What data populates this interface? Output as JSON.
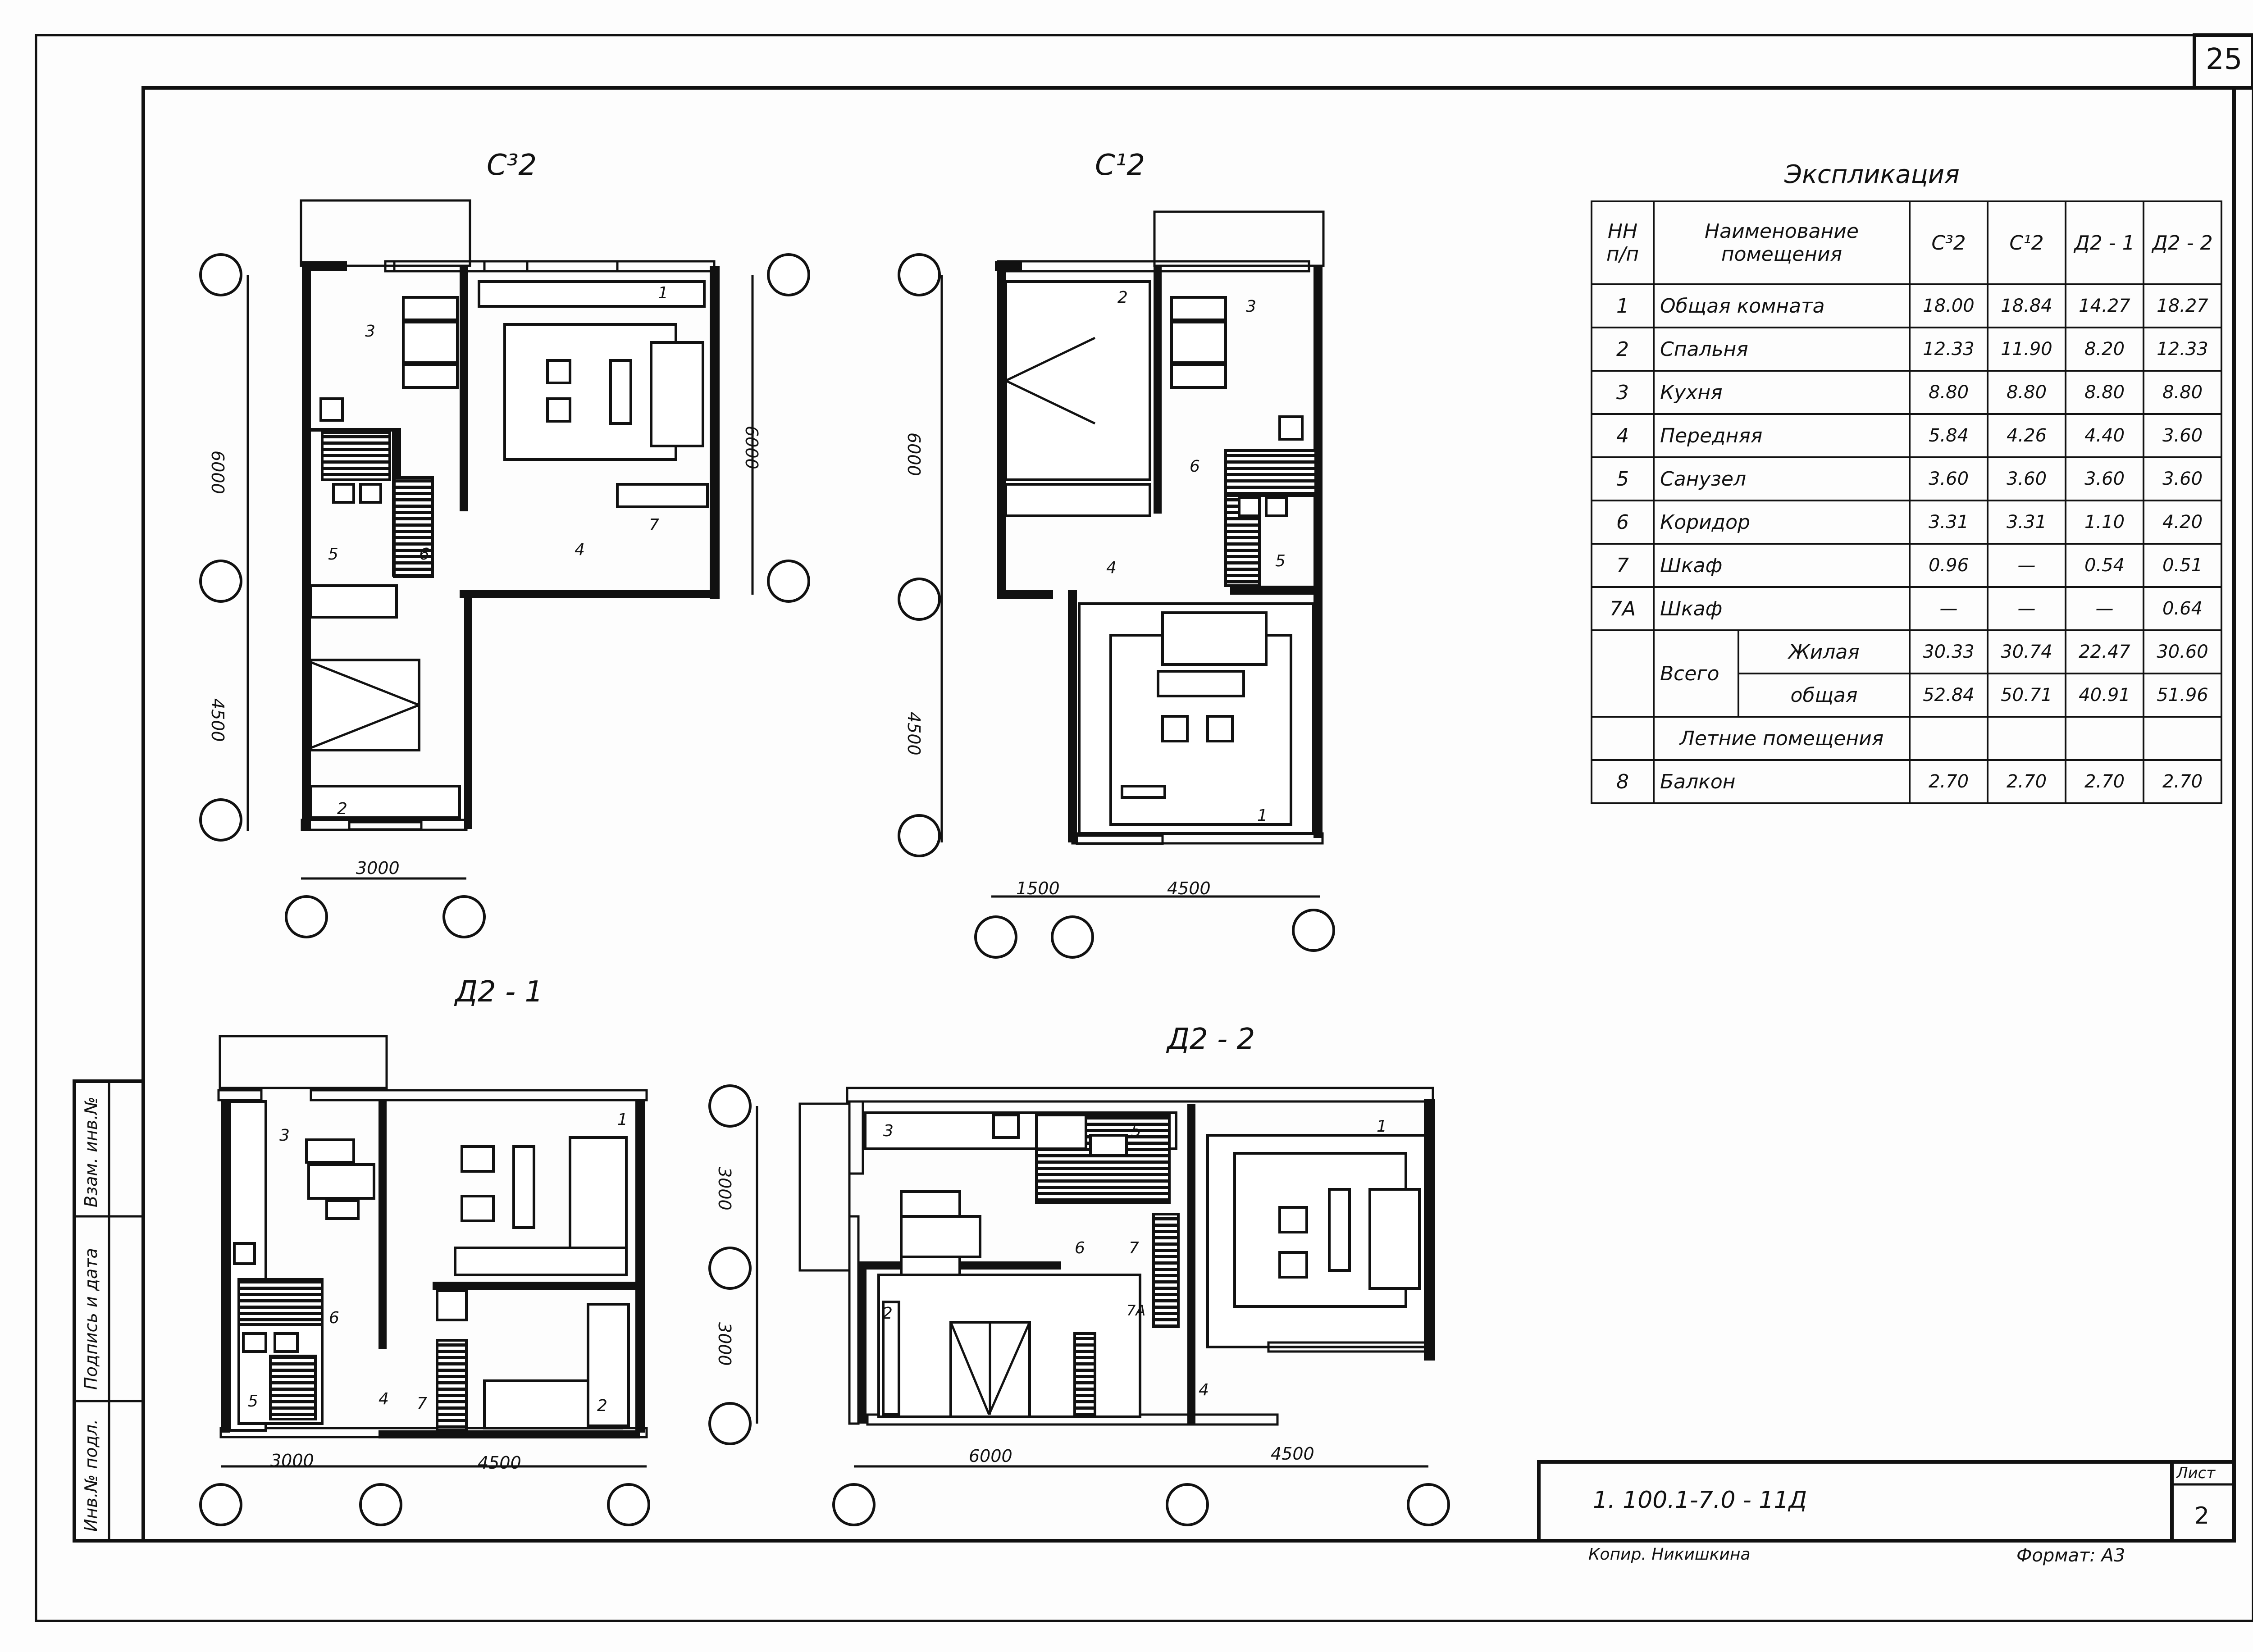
{
  "page": {
    "sheet_number_top": "25"
  },
  "plans": [
    {
      "id": "c3-2",
      "title": "С³2",
      "dims": [
        "6000",
        "6000",
        "4500",
        "3000"
      ],
      "room_labels": [
        "1",
        "2",
        "3",
        "4",
        "5",
        "6",
        "7"
      ]
    },
    {
      "id": "c1-2",
      "title": "С¹2",
      "dims": [
        "6000",
        "4500",
        "1500",
        "4500"
      ],
      "room_labels": [
        "1",
        "2",
        "3",
        "4",
        "5",
        "6"
      ]
    },
    {
      "id": "d2-1",
      "title": "Д2 - 1",
      "dims": [
        "3000",
        "4500"
      ],
      "room_labels": [
        "1",
        "2",
        "3",
        "4",
        "5",
        "6",
        "7"
      ]
    },
    {
      "id": "d2-2",
      "title": "Д2 - 2",
      "dims": [
        "3000",
        "3000",
        "6000",
        "4500"
      ],
      "room_labels": [
        "1",
        "2",
        "3",
        "4",
        "5",
        "6",
        "7",
        "7А"
      ]
    }
  ],
  "explication": {
    "title": "Экспликация",
    "headers": {
      "num": "НН п/п",
      "name": "Наименование помещения",
      "cols": [
        "С³2",
        "С¹2",
        "Д2 - 1",
        "Д2 - 2"
      ]
    },
    "rows": [
      {
        "num": "1",
        "name": "Общая комната",
        "values": [
          "18.00",
          "18.84",
          "14.27",
          "18.27"
        ]
      },
      {
        "num": "2",
        "name": "Спальня",
        "values": [
          "12.33",
          "11.90",
          "8.20",
          "12.33"
        ]
      },
      {
        "num": "3",
        "name": "Кухня",
        "values": [
          "8.80",
          "8.80",
          "8.80",
          "8.80"
        ]
      },
      {
        "num": "4",
        "name": "Передняя",
        "values": [
          "5.84",
          "4.26",
          "4.40",
          "3.60"
        ]
      },
      {
        "num": "5",
        "name": "Санузел",
        "values": [
          "3.60",
          "3.60",
          "3.60",
          "3.60"
        ]
      },
      {
        "num": "6",
        "name": "Коридор",
        "values": [
          "3.31",
          "3.31",
          "1.10",
          "4.20"
        ]
      },
      {
        "num": "7",
        "name": "Шкаф",
        "values": [
          "0.96",
          "—",
          "0.54",
          "0.51"
        ]
      },
      {
        "num": "7А",
        "name": "Шкаф",
        "values": [
          "—",
          "—",
          "—",
          "0.64"
        ]
      }
    ],
    "total": {
      "label": "Всего",
      "living_label": "Жилая",
      "living": [
        "30.33",
        "30.74",
        "22.47",
        "30.60"
      ],
      "general_label": "общая",
      "general": [
        "52.84",
        "50.71",
        "40.91",
        "51.96"
      ]
    },
    "summer_header": "Летние помещения",
    "balcony": {
      "num": "8",
      "name": "Балкон",
      "values": [
        "2.70",
        "2.70",
        "2.70",
        "2.70"
      ]
    }
  },
  "title_block": {
    "code": "1. 100.1-7.0 - 11Д",
    "sheet_label": "Лист",
    "sheet_number": "2"
  },
  "side_stamp": [
    "Инв.№ подл.",
    "Подпись и дата",
    "Взам. инв.№"
  ],
  "footer": {
    "copier": "Копир. Никишкина",
    "format": "Формат: А3"
  }
}
